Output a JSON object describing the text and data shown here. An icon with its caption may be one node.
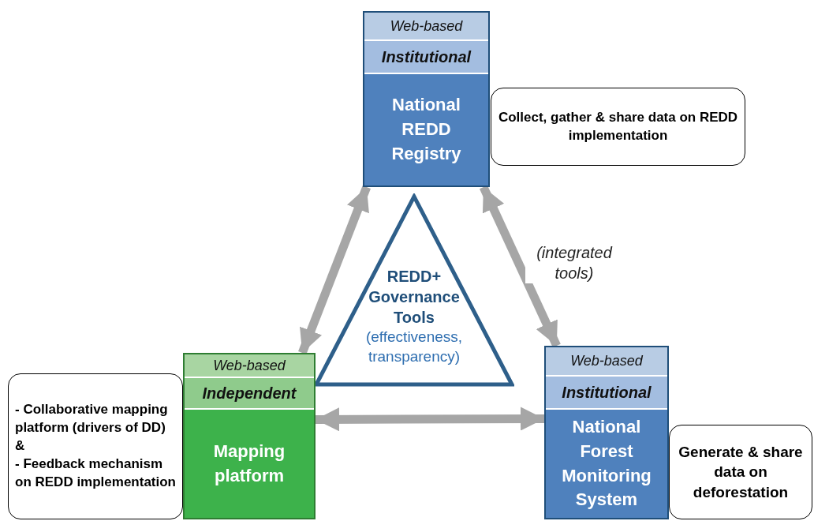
{
  "diagram": {
    "nodes": [
      {
        "text": [
          "Web-based",
          "Institutional",
          "National REDD Registry"
        ]
      },
      {
        "text": [
          "Collect, gather & share data on REDD implementation"
        ]
      },
      {
        "text": [
          "REDD+ Governance Tools",
          "(effectiveness, transparency)"
        ]
      },
      {
        "text": [
          "Web-based",
          "Independent",
          "Mapping platform"
        ]
      },
      {
        "text": [
          "- Collaborative mapping platform (drivers of DD) &",
          "- Feedback mechanism on REDD implementation"
        ]
      },
      {
        "text": [
          "Web-based",
          "Institutional",
          "National Forest Monitoring System"
        ]
      },
      {
        "text": [
          "Generate & share data on deforestation"
        ]
      }
    ],
    "edges": [
      {
        "from": 0,
        "to": 3,
        "arrow": "both"
      },
      {
        "from": 0,
        "to": 5,
        "arrow": "both",
        "label": "(integrated tools)"
      },
      {
        "from": 3,
        "to": 5,
        "arrow": "both"
      }
    ]
  }
}
